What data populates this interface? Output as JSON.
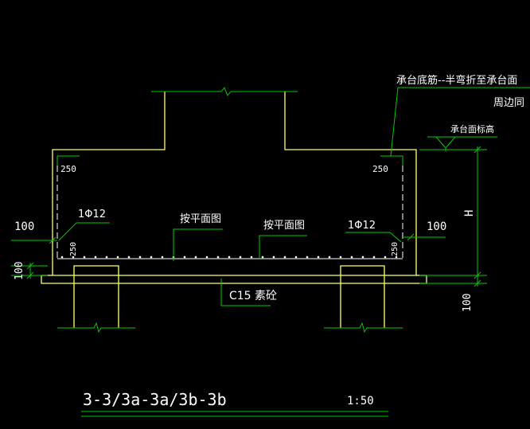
{
  "drawing": {
    "colors": {
      "background": "#000000",
      "outline": "#ffff66",
      "dimension": "#00cc00",
      "text": "#ffffff",
      "rebar": "#ffffff"
    },
    "annotations": {
      "note_line1": "承台底筋--半弯折至承台面",
      "note_line2": "周边同",
      "elevation_label": "承台面标高",
      "cover_left": "250",
      "cover_right": "250",
      "cover_bottom_left": "250",
      "cover_bottom_right": "250",
      "rebar_left": "1Φ12",
      "rebar_right": "1Φ12",
      "per_plan_1": "按平面图",
      "per_plan_2": "按平面图",
      "dim_100_left": "100",
      "dim_100_right": "100",
      "dim_100_base_left": "100",
      "dim_100_base_right": "100",
      "dim_h": "H",
      "concrete_label": "C15 素砼"
    },
    "title_block": {
      "section_title": "3-3/3a-3a/3b-3b",
      "scale": "1:50"
    }
  }
}
